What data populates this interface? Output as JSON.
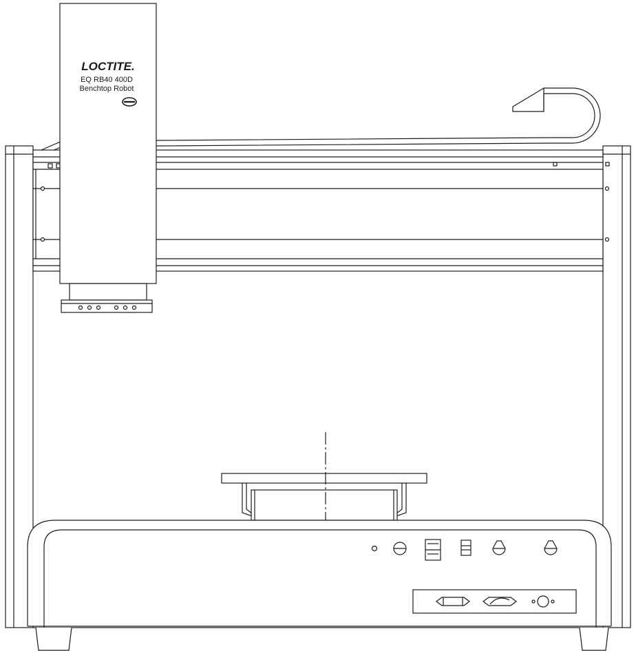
{
  "head": {
    "brand": "LOCTITE.",
    "model": "EQ RB40 400D",
    "description": "Benchtop Robot"
  },
  "colors": {
    "line": "#1a1a1a",
    "background": "#ffffff"
  }
}
